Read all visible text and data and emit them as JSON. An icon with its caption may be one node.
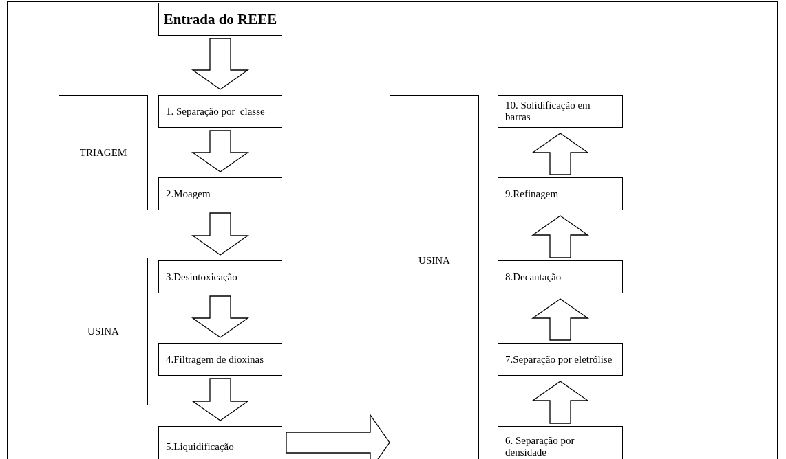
{
  "diagram": {
    "nodes": [
      {
        "text": [
          "Entrada do REEE"
        ]
      },
      {
        "text": [
          "1. Separação por  classe"
        ]
      },
      {
        "text": [
          "2.Moagem"
        ]
      },
      {
        "text": [
          "3.Desintoxicação"
        ]
      },
      {
        "text": [
          "4.Filtragem de dioxinas"
        ]
      },
      {
        "text": [
          "5.Liquidificação"
        ]
      },
      {
        "text": [
          "TRIAGEM"
        ]
      },
      {
        "text": [
          "USINA"
        ]
      },
      {
        "text": [
          "USINA"
        ]
      },
      {
        "text": [
          "10. Solidificação em barras"
        ]
      },
      {
        "text": [
          "9.Refinagem"
        ]
      },
      {
        "text": [
          "8.Decantação"
        ]
      },
      {
        "text": [
          "7.Separação por eletrólise"
        ]
      },
      {
        "text": [
          "6. Separação por  densidade"
        ]
      }
    ],
    "edges": [
      {
        "from": 0,
        "to": 1,
        "arrow": "to"
      },
      {
        "from": 1,
        "to": 2,
        "arrow": "to"
      },
      {
        "from": 2,
        "to": 3,
        "arrow": "to"
      },
      {
        "from": 3,
        "to": 4,
        "arrow": "to"
      },
      {
        "from": 4,
        "to": 5,
        "arrow": "to"
      },
      {
        "from": 5,
        "to": 8,
        "arrow": "to"
      },
      {
        "from": 13,
        "to": 12,
        "arrow": "to"
      },
      {
        "from": 12,
        "to": 11,
        "arrow": "to"
      },
      {
        "from": 11,
        "to": 10,
        "arrow": "to"
      },
      {
        "from": 10,
        "to": 9,
        "arrow": "to"
      }
    ]
  }
}
